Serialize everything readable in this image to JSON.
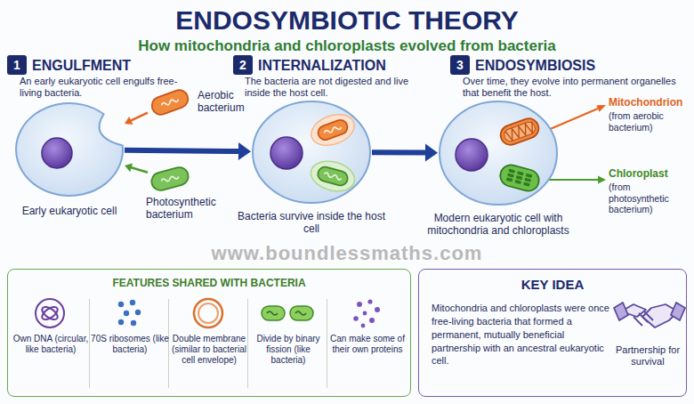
{
  "diagram": {
    "title": "ENDOSYMBIOTIC THEORY",
    "nodes": [
      {
        "text": [
          "1"
        ]
      },
      {
        "text": [
          "2"
        ]
      },
      {
        "text": [
          "3"
        ]
      },
      {
        "text": [
          "Early eukaryotic cell"
        ]
      },
      {
        "text": [
          "Aerobic bacterium"
        ]
      },
      {
        "text": [
          "Photosynthetic bacterium"
        ]
      },
      {
        "text": [
          "Bacteria survive inside the host cell"
        ]
      },
      {
        "text": [
          "Modern eukaryotic cell with mitochondria and chloroplasts"
        ]
      },
      {
        "text": [
          "FEATURES SHARED WITH BACTERIA"
        ]
      },
      {
        "text": [
          "Own DNA (circular, like bacteria)"
        ],
        "in": 8
      },
      {
        "text": [
          "70S ribosomes (like bacteria)"
        ],
        "in": 8
      },
      {
        "text": [
          "Double membrane (similar to bacterial cell envelope)"
        ],
        "in": 8
      },
      {
        "text": [
          "Divide by binary fission (like bacteria)"
        ],
        "in": 8
      },
      {
        "text": [
          "Can make some of their own proteins"
        ],
        "in": 8
      },
      {
        "text": [
          "KEY IDEA",
          "Mitochondria and chloroplasts were once free-living bacteria that formed a permanent, mutually beneficial partnership with an ancestral eukaryotic cell.",
          "Partnership for survival"
        ]
      }
    ],
    "edges": [
      {
        "from": 4,
        "to": 3,
        "arrow": "to"
      },
      {
        "from": 5,
        "to": 3,
        "arrow": "to"
      },
      {
        "from": 3,
        "to": 6,
        "arrow": "to"
      },
      {
        "from": 6,
        "to": 7,
        "arrow": "to"
      }
    ],
    "labels": [
      "How mitochondria and chloroplasts evolved from bacteria",
      "ENGULFMENT",
      "An early eukaryotic cell engulfs free-living bacteria.",
      "INTERNALIZATION",
      "The bacteria are not digested and live inside the host cell.",
      "ENDOSYMBIOSIS",
      "Over time, they evolve into permanent organelles that benefit the host.",
      "Mitochondrion",
      "(from aerobic bacterium)",
      "Chloroplast",
      "(from photosynthetic bacterium)",
      "www.boundlessmaths.com"
    ]
  }
}
